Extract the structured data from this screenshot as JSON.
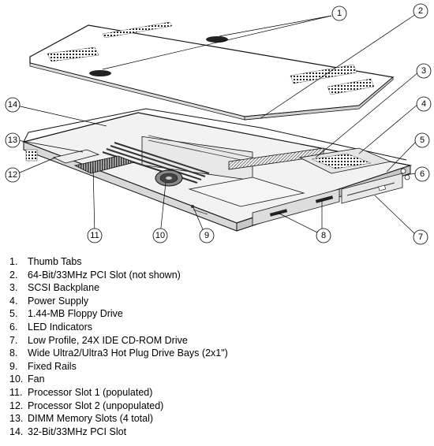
{
  "callouts": [
    {
      "num": "1",
      "label": "Thumb Tabs"
    },
    {
      "num": "2",
      "label": "64-Bit/33MHz PCI Slot (not shown)"
    },
    {
      "num": "3",
      "label": "SCSI Backplane"
    },
    {
      "num": "4",
      "label": "Power Supply"
    },
    {
      "num": "5",
      "label": "1.44-MB Floppy Drive"
    },
    {
      "num": "6",
      "label": "LED Indicators"
    },
    {
      "num": "7",
      "label": "Low Profile, 24X IDE CD-ROM Drive"
    },
    {
      "num": "8",
      "label": "Wide Ultra2/Ultra3 Hot Plug Drive Bays (2x1\")"
    },
    {
      "num": "9",
      "label": "Fixed Rails"
    },
    {
      "num": "10",
      "label": "Fan"
    },
    {
      "num": "11",
      "label": "Processor Slot 1 (populated)"
    },
    {
      "num": "12",
      "label": "Processor Slot 2 (unpopulated)"
    },
    {
      "num": "13",
      "label": "DIMM Memory Slots (4 total)"
    },
    {
      "num": "14",
      "label": "32-Bit/33MHz PCI Slot"
    }
  ],
  "legend_suffix": "."
}
